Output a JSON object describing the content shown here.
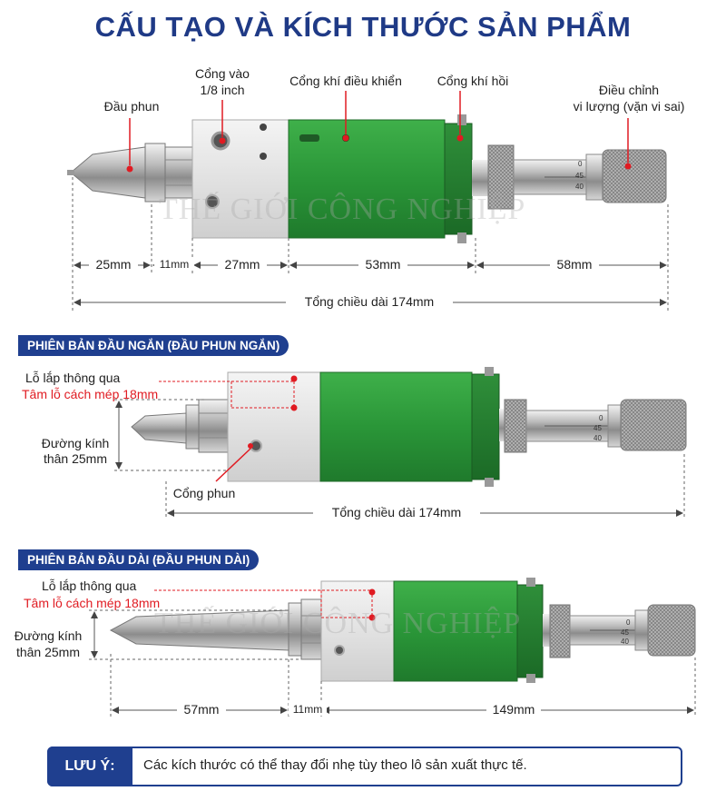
{
  "title": "CẤU TẠO VÀ KÍCH THƯỚC SẢN PHẨM",
  "watermark": "THẾ GIỚI CÔNG NGHIỆP",
  "colors": {
    "accent": "#1f3f8f",
    "red": "#e01b22",
    "body_green": "#2f9a3c",
    "aluminum": "#dcdcdc"
  },
  "top": {
    "labels": {
      "nozzle": "Đầu phun",
      "inlet_line1": "Cổng vào",
      "inlet_line2": "1/8 inch",
      "control_air": "Cổng khí điều khiển",
      "return_air": "Cổng khí hồi",
      "micro_line1": "Điều chỉnh",
      "micro_line2": "vi lượng (vặn vi sai)"
    },
    "dims": [
      "25mm",
      "11mm",
      "27mm",
      "53mm",
      "58mm"
    ],
    "total": "Tổng chiều dài 174mm"
  },
  "short": {
    "heading": "PHIÊN BẢN ĐẦU NGẮN (ĐẦU PHUN NGẮN)",
    "mount_hole": "Lỗ lắp thông qua",
    "hole_distance": "Tâm lỗ cách mép 18mm",
    "diameter_line1": "Đường kính",
    "diameter_line2": "thân 25mm",
    "port": "Cổng phun",
    "total": "Tổng chiều dài 174mm"
  },
  "long": {
    "heading": "PHIÊN BẢN ĐẦU DÀI (ĐẦU PHUN DÀI)",
    "mount_hole": "Lỗ lắp thông qua",
    "hole_distance": "Tâm lỗ cách mép 18mm",
    "diameter_line1": "Đường kính",
    "diameter_line2": "thân 25mm",
    "dims": [
      "57mm",
      "11mm",
      "149mm"
    ]
  },
  "note": {
    "label": "LƯU Ý:",
    "text": "Các kích thước có thể thay đổi nhẹ tùy theo lô sản xuất thực tế."
  },
  "micrometer_scale": [
    "0",
    "45",
    "40"
  ]
}
